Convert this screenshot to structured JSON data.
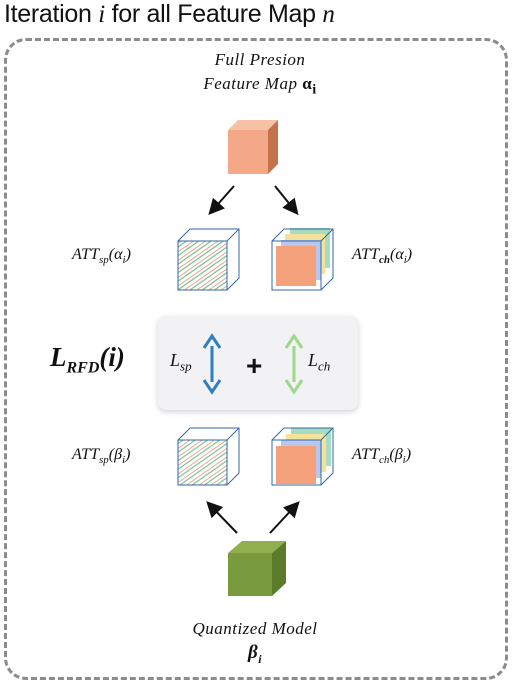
{
  "title": {
    "text": "Iteration ",
    "i": "i",
    "rest": " for all Feature Map ",
    "n": "n"
  },
  "full_precision": {
    "line1": "Full Presion",
    "line2": "Feature Map ",
    "symbol": "α",
    "sub": "i"
  },
  "quantized": {
    "line1": "Quantized Model",
    "symbol": "β",
    "sub": "i"
  },
  "att_sp_alpha": {
    "base": "ATT",
    "sub": "sp",
    "arg": "(α",
    "argsub": "i",
    "close": ")"
  },
  "att_ch_alpha": {
    "base": "ATT",
    "sub": "ch",
    "arg": "(α",
    "argsub": "i",
    "close": ")"
  },
  "att_sp_beta": {
    "base": "ATT",
    "sub": "sp",
    "arg": "(β",
    "argsub": "i",
    "close": ")"
  },
  "att_ch_beta": {
    "base": "ATT",
    "sub": "ch",
    "arg": "(β",
    "argsub": "i",
    "close": ")"
  },
  "loss_total": {
    "base": "L",
    "sub": "RFD",
    "arg": "(i)"
  },
  "loss_sp": {
    "base": "L",
    "sub": "sp"
  },
  "loss_ch": {
    "base": "L",
    "sub": "ch"
  },
  "plus": "+",
  "colors": {
    "full_cube": "#f4a887",
    "quant_cube": "#7a9a3e",
    "sp_arrow": "#2f7fc1",
    "ch_arrow": "#9ed98a",
    "frame": "#8c8c8c"
  }
}
